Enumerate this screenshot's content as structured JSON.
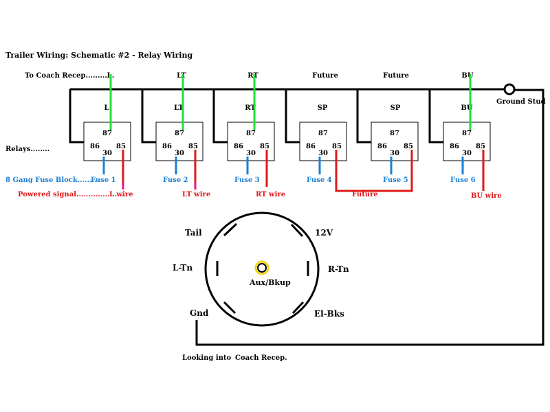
{
  "title": "Trailer Wiring: Schematic #2 - Relay Wiring",
  "row_labels": {
    "to_coach": "To Coach Recep............",
    "relays": "Relays........",
    "fuse_block": "8 Gang Fuse Block........",
    "powered_signal": "Powered signal...................."
  },
  "ground_stud": "Ground Stud",
  "relays": [
    {
      "top": "L",
      "name": "L",
      "fuse": "Fuse 1",
      "wire": "L wire"
    },
    {
      "top": "LT",
      "name": "LT",
      "fuse": "Fuse 2",
      "wire": "LT wire"
    },
    {
      "top": "RT",
      "name": "RT",
      "fuse": "Fuse 3",
      "wire": "RT wire"
    },
    {
      "top": "Future",
      "name": "SP",
      "fuse": "Fuse 4",
      "wire": ""
    },
    {
      "top": "Future",
      "name": "SP",
      "fuse": "Fuse 5",
      "wire": "Future"
    },
    {
      "top": "BU",
      "name": "BU",
      "fuse": "Fuse 6",
      "wire": "BU wire"
    }
  ],
  "pins": {
    "p87": "87",
    "p86": "86",
    "p85": "85",
    "p30": "30"
  },
  "connector": {
    "tail": "Tail",
    "v12": "12V",
    "lturn": "L-Tn",
    "rturn": "R-Tn",
    "gnd": "Gnd",
    "elbks": "El-Bks",
    "center": "Aux/Bkup",
    "looking": "Looking into",
    "recep": "Coach Recep."
  },
  "colors": {
    "black": "#000000",
    "green": "#22e03a",
    "blue": "#1a7fd6",
    "red": "#e01818",
    "magenta": "#e01890",
    "yellow": "#f2d21a"
  }
}
